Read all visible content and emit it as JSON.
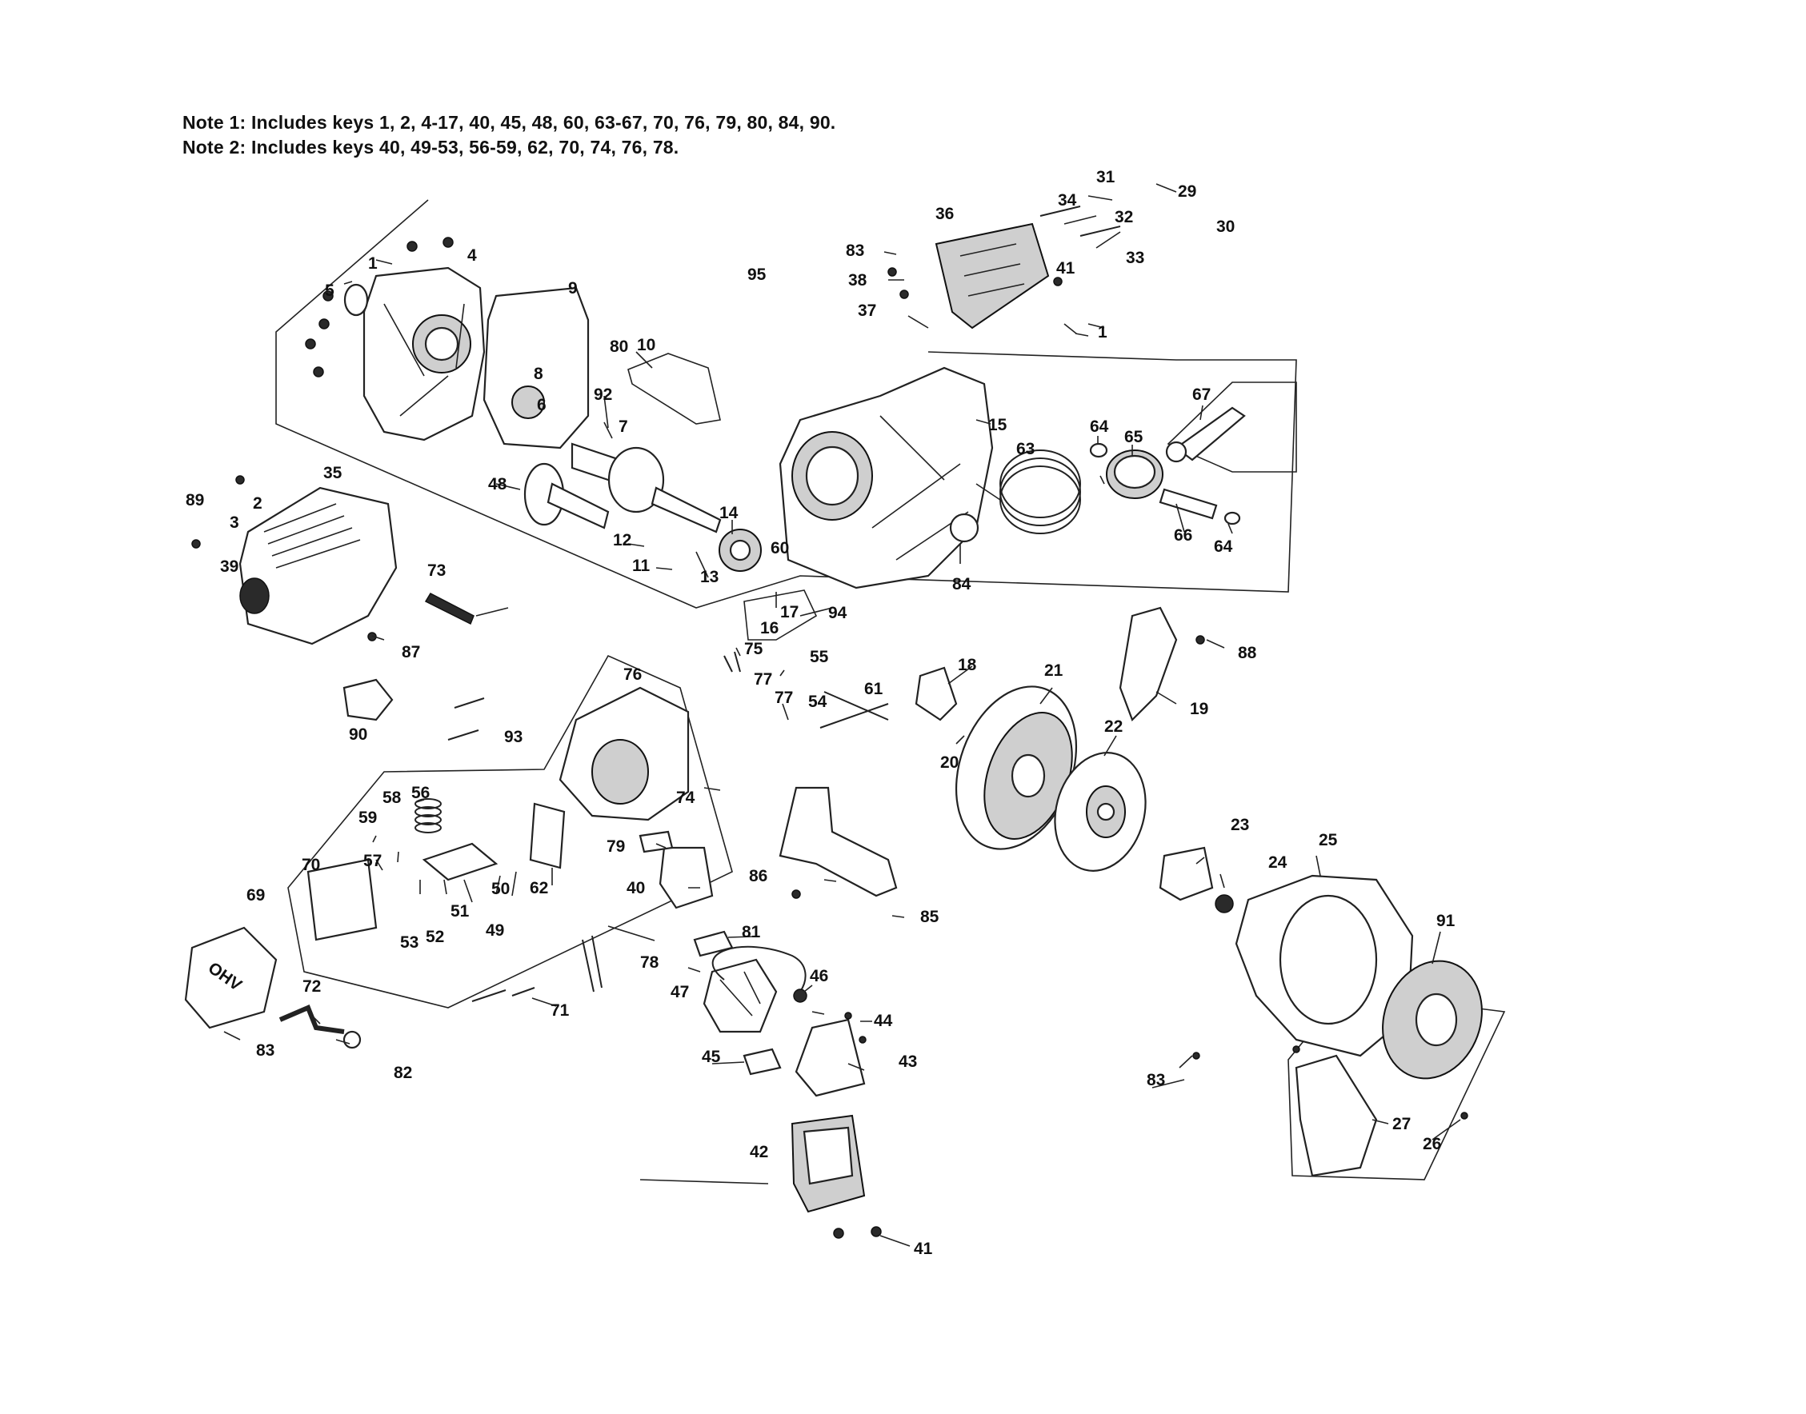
{
  "notes": [
    "Note 1: Includes keys 1, 2, 4-17, 40, 45, 48, 60, 63-67, 70, 76, 79, 80, 84, 90.",
    "Note 2: Includes keys 40, 49-53, 56-59, 62, 70, 74, 76, 78."
  ],
  "keys": {
    "k1a": "1",
    "k1b": "1",
    "k2": "2",
    "k3": "3",
    "k4": "4",
    "k5": "5",
    "k6": "6",
    "k7": "7",
    "k8": "8",
    "k9": "9",
    "k10": "10",
    "k11": "11",
    "k12": "12",
    "k13": "13",
    "k14": "14",
    "k15": "15",
    "k16": "16",
    "k17": "17",
    "k18": "18",
    "k19": "19",
    "k20": "20",
    "k21": "21",
    "k22": "22",
    "k23": "23",
    "k24": "24",
    "k25": "25",
    "k26": "26",
    "k27": "27",
    "k29": "29",
    "k30": "30",
    "k31": "31",
    "k32": "32",
    "k33": "33",
    "k34": "34",
    "k35": "35",
    "k36": "36",
    "k37": "37",
    "k38": "38",
    "k39": "39",
    "k40a": "40",
    "k41a": "41",
    "k41b": "41",
    "k42": "42",
    "k43": "43",
    "k44": "44",
    "k45": "45",
    "k46": "46",
    "k47": "47",
    "k48": "48",
    "k49": "49",
    "k50": "50",
    "k51": "51",
    "k52": "52",
    "k53": "53",
    "k54": "54",
    "k55": "55",
    "k56": "56",
    "k57": "57",
    "k58": "58",
    "k59": "59",
    "k60": "60",
    "k61": "61",
    "k62": "62",
    "k63": "63",
    "k64a": "64",
    "k64b": "64",
    "k65": "65",
    "k66": "66",
    "k67": "67",
    "k69": "69",
    "k70": "70",
    "k71": "71",
    "k72": "72",
    "k73": "73",
    "k74": "74",
    "k75": "75",
    "k76": "76",
    "k77a": "77",
    "k77b": "77",
    "k78": "78",
    "k79": "79",
    "k80": "80",
    "k81": "81",
    "k82": "82",
    "k83a": "83",
    "k83b": "83",
    "k83c": "83",
    "k84": "84",
    "k85": "85",
    "k86": "86",
    "k87": "87",
    "k88": "88",
    "k89": "89",
    "k90": "90",
    "k91": "91",
    "k92": "92",
    "k93": "93",
    "k94": "94",
    "k95": "95"
  },
  "valve_cover_text": "OHV"
}
